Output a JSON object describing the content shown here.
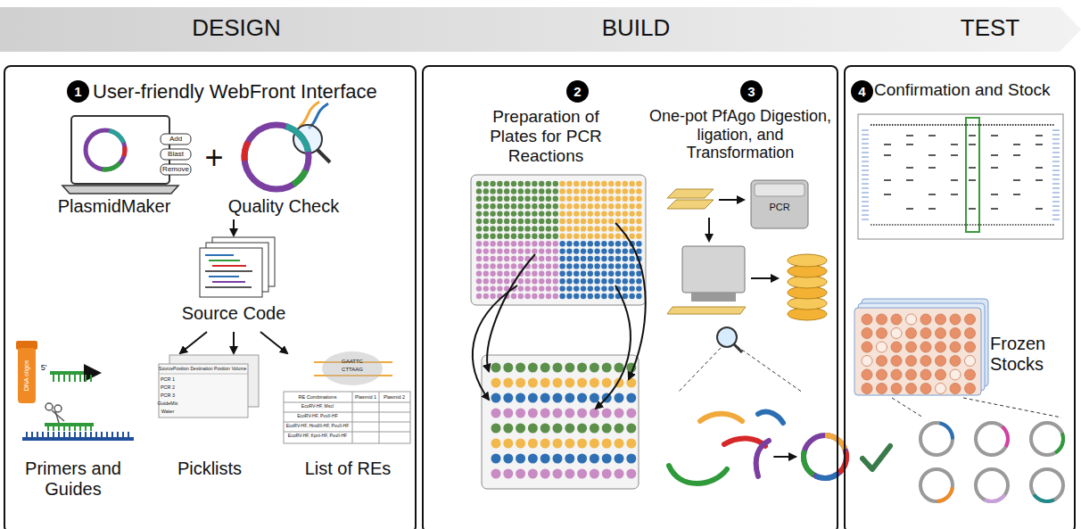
{
  "diagram": {
    "nodes": [
      {
        "text": [
          "DESIGN",
          "BUILD",
          "TEST"
        ]
      },
      {
        "text": [
          "User-friendly WebFront Interface"
        ]
      },
      {
        "text": [
          "1"
        ],
        "in": 1
      },
      {
        "text": [
          "Preparation of Plates for PCR Reactions",
          "One-pot PfAgo Digestion, ligation, and Transformation"
        ]
      },
      {
        "text": [
          "2"
        ],
        "in": 3
      },
      {
        "text": [
          "3"
        ],
        "in": 3
      },
      {
        "text": [
          "Confirmation and Stock",
          "Frozen Stocks"
        ]
      },
      {
        "text": [
          "4"
        ],
        "in": 6
      }
    ],
    "labels": [
      "Add",
      "Blast",
      "Remove",
      "PlasmidMaker",
      "+",
      "Quality Check",
      "Source Code",
      "DNA oligos",
      "5'",
      "Primers and Guides",
      "Source",
      "Position",
      "Destination",
      "Position",
      "Volume",
      "PCR 1",
      "PCR 2",
      "PCR 3",
      "GuideMix",
      "Water",
      "Picklists",
      "GAATTC",
      "CTTAAG",
      "RE Combinations",
      "Plasmid 1",
      "Plasmid 2",
      "EcoRV-HF, MscI",
      "EcoRV-HF, PvuII-HF",
      "EcoRV-HF, HindIII-HF, PvuII-HF",
      "EcoRV-HF, KpnI-HF, PvuII-HF",
      "List of REs",
      "PCR"
    ]
  }
}
